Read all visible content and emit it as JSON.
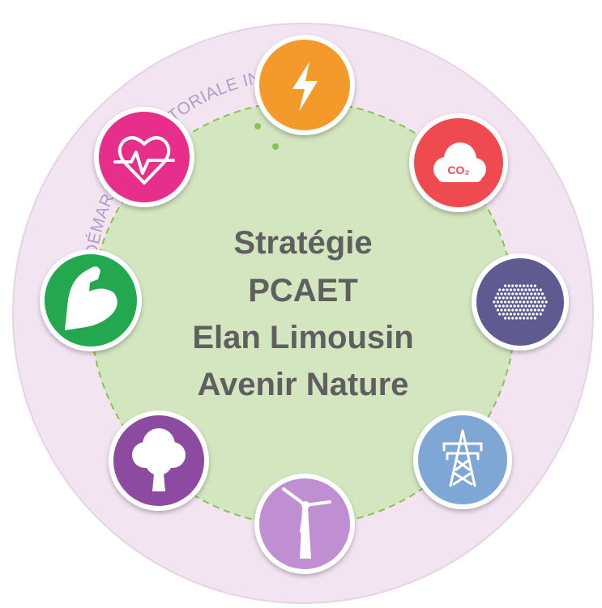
{
  "arc_caption": "UNE DÉMARCHE TERRITORIALE INTÉGRÉE",
  "title_lines": [
    "Stratégie",
    "PCAET",
    "Elan Limousin",
    "Avenir Nature"
  ],
  "colors": {
    "outer_ring": "#f2e4f1",
    "inner_disc": "#d3e6c0",
    "dashed_border": "#8fc04f",
    "title_text": "#5f5f5f",
    "arc_text": "#b79bc8"
  },
  "icons": [
    {
      "name": "energy-lightning-icon",
      "color": "#f39a2b"
    },
    {
      "name": "co2-cloud-icon",
      "color": "#ef4a4f",
      "label": "CO₂"
    },
    {
      "name": "air-quality-dots-icon",
      "color": "#5f5b91"
    },
    {
      "name": "power-pylon-icon",
      "color": "#7fa7d6"
    },
    {
      "name": "wind-turbine-icon",
      "color": "#c08fd1"
    },
    {
      "name": "tree-icon",
      "color": "#8c4aa0"
    },
    {
      "name": "strength-arm-icon",
      "color": "#23a84f"
    },
    {
      "name": "health-heart-icon",
      "color": "#e62e8a"
    }
  ]
}
